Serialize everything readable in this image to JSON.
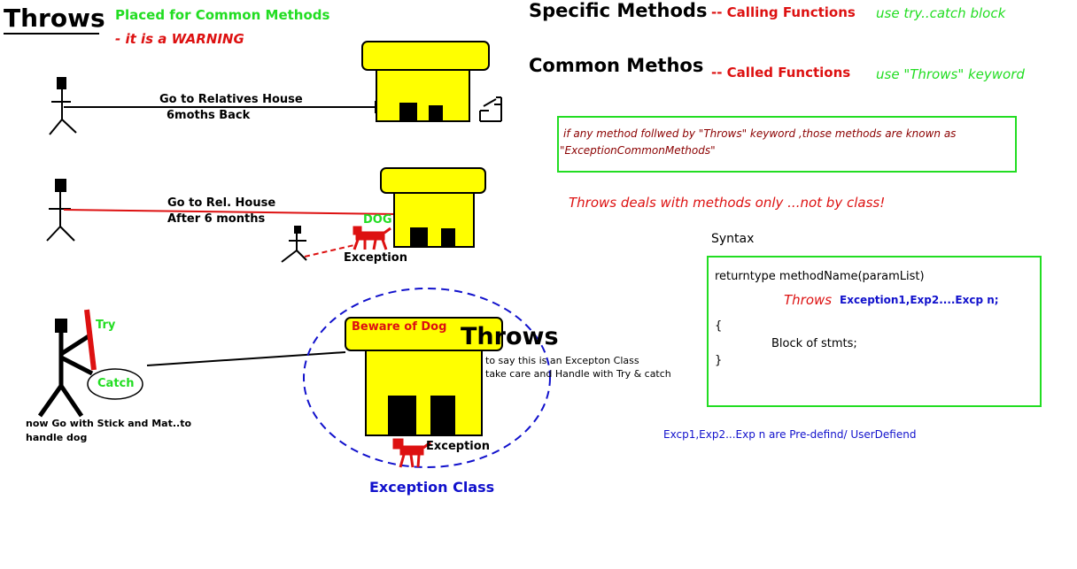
{
  "title": "Throws",
  "left_notes": {
    "placed_for": "Placed for Common Methods",
    "warning": "- it is a WARNING"
  },
  "scene1": {
    "label_line1": "Go to Relatives House",
    "label_line2": "6moths Back"
  },
  "scene2": {
    "label_line1": "Go to Rel. House",
    "label_line2": "After 6 months",
    "dog_label": "DOG",
    "exception_label": "Exception"
  },
  "scene3": {
    "try_label": "Try",
    "catch_label": "Catch",
    "note_line1": "now Go with Stick and Mat..to",
    "note_line2": "handle dog",
    "beware_sign": "Beware of Dog",
    "throws_label": "Throws",
    "desc_line1": "to say this is an Excepton Class",
    "desc_line2": "take care and Handle with Try & catch",
    "exception_label": "Exception",
    "exception_class_label": "Exception Class"
  },
  "right_panel": {
    "specific_methods": "Specific Methods",
    "calling_functions": "-- Calling Functions",
    "use_try_catch": "use try..catch block",
    "common_methods": "Common Methos",
    "called_functions": "-- Called Functions",
    "use_throws": "use \"Throws\" keyword",
    "definition_line1": "if any method follwed by \"Throws\" keyword ,those methods are known as",
    "definition_line2": "\"ExceptionCommonMethods\"",
    "throws_note": "Throws deals with methods only ...not by class!",
    "syntax_heading": "Syntax",
    "syntax_line1": "returntype  methodName(paramList)",
    "syntax_throws": "Throws",
    "syntax_exceptions": "Exception1,Exp2....Excp n;",
    "syntax_open": "{",
    "syntax_body": "Block of stmts;",
    "syntax_close": "}",
    "footnote": "Excp1,Exp2...Exp n are Pre-defind/ UserDefiend"
  },
  "colors": {
    "green": "#22dd22",
    "red": "#dd1111",
    "dark_red": "#8b0000",
    "blue": "#1111cc",
    "house_yellow": "#ffff00"
  }
}
